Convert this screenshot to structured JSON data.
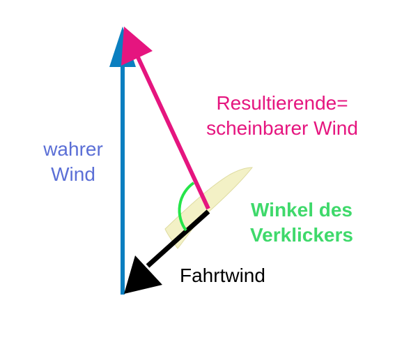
{
  "diagram": {
    "labels": {
      "true_wind": [
        "wahrer",
        "Wind"
      ],
      "apparent_wind": [
        "Resultierende=",
        "scheinbarer Wind"
      ],
      "indicator_angle": [
        "Winkel des",
        "Verklickers"
      ],
      "headwind": "Fahrtwind"
    },
    "colors": {
      "true_wind": "#0b7fc0",
      "true_wind_label": "#5b6fd6",
      "apparent_wind": "#e5157f",
      "indicator_angle": "#26e54a",
      "indicator_angle_label": "#3fd96b",
      "headwind": "#000000",
      "boat_fill": "#f3f1c6",
      "boat_stroke": "#dedba0"
    }
  }
}
